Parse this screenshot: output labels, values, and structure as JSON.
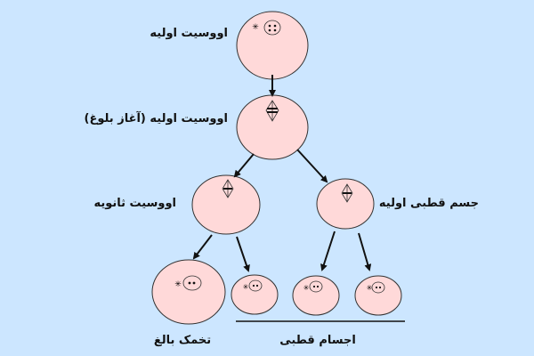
{
  "title": "Oogenesis diagram",
  "labels": {
    "primary_oocyte": "اووسیت اولیه",
    "primary_oocyte_puberty": "اووسیت اولیه (آغاز بلوغ)",
    "secondary_oocyte": "اووسیت ثانویه",
    "first_polar_body": "جسم قطبی اولیه",
    "mature_ovum": "تخمک بالغ",
    "polar_bodies": "اجسام قطبی"
  },
  "colors": {
    "background": "#cce6ff",
    "cell_fill": "#ffd9d9",
    "stroke": "#111111"
  }
}
